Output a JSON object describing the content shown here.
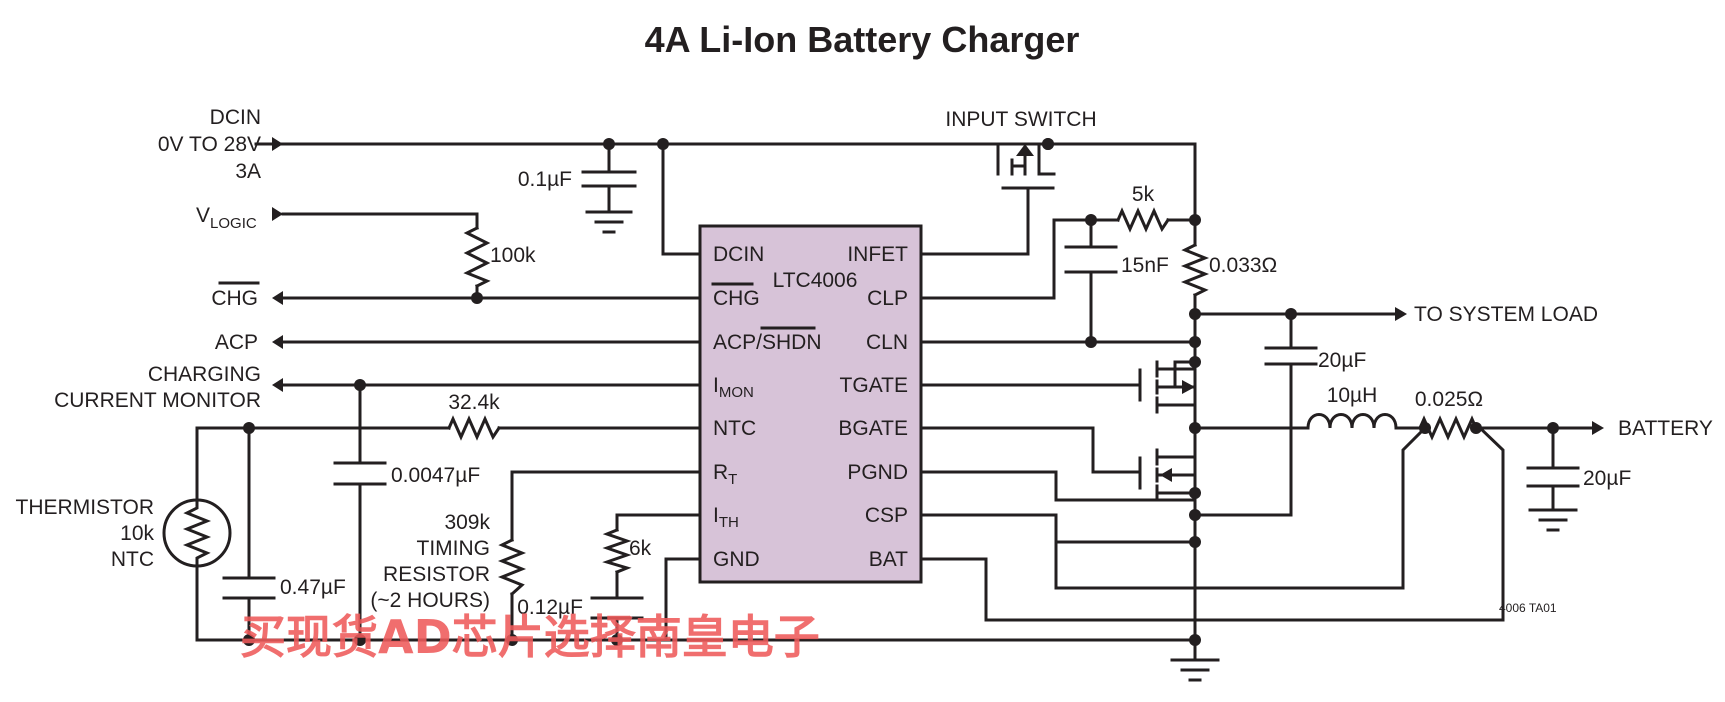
{
  "title": "4A Li-Ion Battery Charger",
  "ic": {
    "name": "LTC4006",
    "pins_left": [
      "DCIN",
      "CHG",
      "ACP/SHDN",
      "IMON",
      "NTC",
      "RT",
      "ITH",
      "GND"
    ],
    "pins_right": [
      "INFET",
      "CLP",
      "CLN",
      "TGATE",
      "BGATE",
      "PGND",
      "CSP",
      "BAT"
    ]
  },
  "io": {
    "dcin": "DCIN",
    "dcin_range": "0V TO 28V",
    "dcin_current": "3A",
    "vlogic": "V",
    "vlogic_sub": "LOGIC",
    "chg": "CHG",
    "acp": "ACP",
    "charging_monitor_1": "CHARGING",
    "charging_monitor_2": "CURRENT MONITOR",
    "system_load": "TO SYSTEM LOAD",
    "battery": "BATTERY"
  },
  "components": {
    "c_dcin": "0.1µF",
    "r_pullup": "100k",
    "input_switch": "INPUT SWITCH",
    "r_5k": "5k",
    "c_15nf": "15nF",
    "r_sense_in": "0.033Ω",
    "c_20uf_top": "20µF",
    "inductor": "10µH",
    "r_sense_bat": "0.025Ω",
    "c_20uf_bat": "20µF",
    "r_ntc": "32.4k",
    "c_imon": "0.0047µF",
    "thermistor_1": "THERMISTOR",
    "thermistor_2": "10k",
    "thermistor_3": "NTC",
    "c_ntc": "0.47µF",
    "r_timing": "309k",
    "timing_1": "TIMING",
    "timing_2": "RESISTOR",
    "timing_3": "(~2 HOURS)",
    "r_ith": "6k",
    "c_ith": "0.12µF"
  },
  "figure_code": "4006 TA01",
  "watermark": "买现货AD芯片选择南皇电子",
  "colors": {
    "ic_fill": "#d7c3d8",
    "line": "#231f20",
    "watermark": "#ee5a5a"
  }
}
